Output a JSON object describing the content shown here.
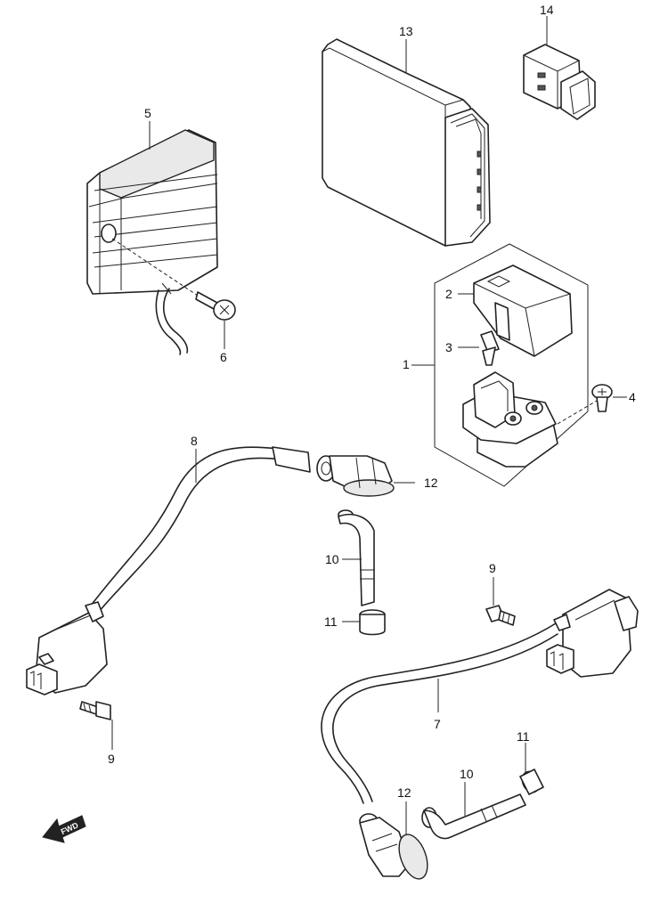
{
  "callouts": {
    "p1": "1",
    "p2": "2",
    "p3": "3",
    "p4": "4",
    "p5": "5",
    "p6": "6",
    "p7": "7",
    "p8": "8",
    "p9a": "9",
    "p9b": "9",
    "p10a": "10",
    "p10b": "10",
    "p11a": "11",
    "p11b": "11",
    "p12a": "12",
    "p12b": "12",
    "p13": "13",
    "p14": "14"
  },
  "direction_marker": "FWD"
}
